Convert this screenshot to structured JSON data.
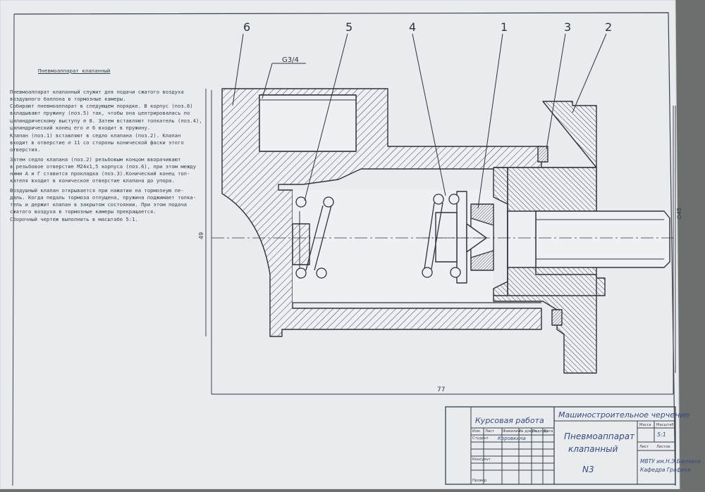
{
  "drawing": {
    "description_title": "Пневмоаппарат клапанный",
    "description_lines": [
      "Пневмоаппарат клапанный служит для подачи сжатого воздуха",
      "воздушного баллона в тормозные камеры.",
      "Собирают пневмоаппарат в следующем порядке. В корпус (поз.6)",
      "вкладывают пружину (поз.5) так, чтобы она центрировалась по",
      "цилиндрическому выступу ∅ 8. Затем вставляют толкатель (поз.4),",
      "цилиндрический конец его ∅ 6 входит в пружину.",
      "Клапан (поз.1) вставляют в седло клапана (поз.2). Клапан",
      "входит в отверстие ∅ 11 со стороны конической фаски этого",
      "отверстия.",
      "Затем седло клапана (поз.2) резьбовым концом вворачивают",
      "в резьбовое отверстие М24х1,5 корпуса (поз.6), при этом между",
      "ними А и Г ставится прокладка (поз.3).Конический конец тол-",
      "кателя входит в коническое отверстие клапана до упора.",
      "Воздушный клапан открывается при нажатии на тормозную пе-",
      "даль. Когда педаль тормоза отпущена, пружина поджимает толка-",
      "тель и держит клапан в закрытом состоянии. При этом подача",
      "сжатого воздуха в тормозные камеры прекращается.",
      "Сборочный чертеж выполнить в масштабе 5:1."
    ],
    "callouts": [
      "6",
      "5",
      "4",
      "1",
      "3",
      "2"
    ],
    "thread_label": "G3/4",
    "dimensions": {
      "overall_length": "77",
      "height": "49",
      "right_diameter": "∅45"
    }
  },
  "title_block": {
    "course_work": "Курсовая работа",
    "discipline": "Машиностроительное черчение",
    "product_name_line1": "Пневмоаппарат",
    "product_name_line2": "клапанный",
    "sheet_no": "N3",
    "header_cells": [
      "Изм.",
      "Лист",
      "Фамилия",
      "№ докум.",
      "Подпись",
      "Дата"
    ],
    "role_student": "Студент",
    "student_name": "Коровкина",
    "role_consultant": "Консульт.",
    "role_checked": "Провер.",
    "mass_label": "Масса",
    "scale_label": "Масштаб",
    "scale_value": "5:1",
    "sheet_label": "Лист",
    "sheets_label": "Листов",
    "org_line1": "МВТУ им.Н.Э.Баумана",
    "org_line2": "Кафедра Графики"
  },
  "colors": {
    "paper": "#eef0f3",
    "ink": "#30343b",
    "blue_ink": "#3a4a7a"
  }
}
